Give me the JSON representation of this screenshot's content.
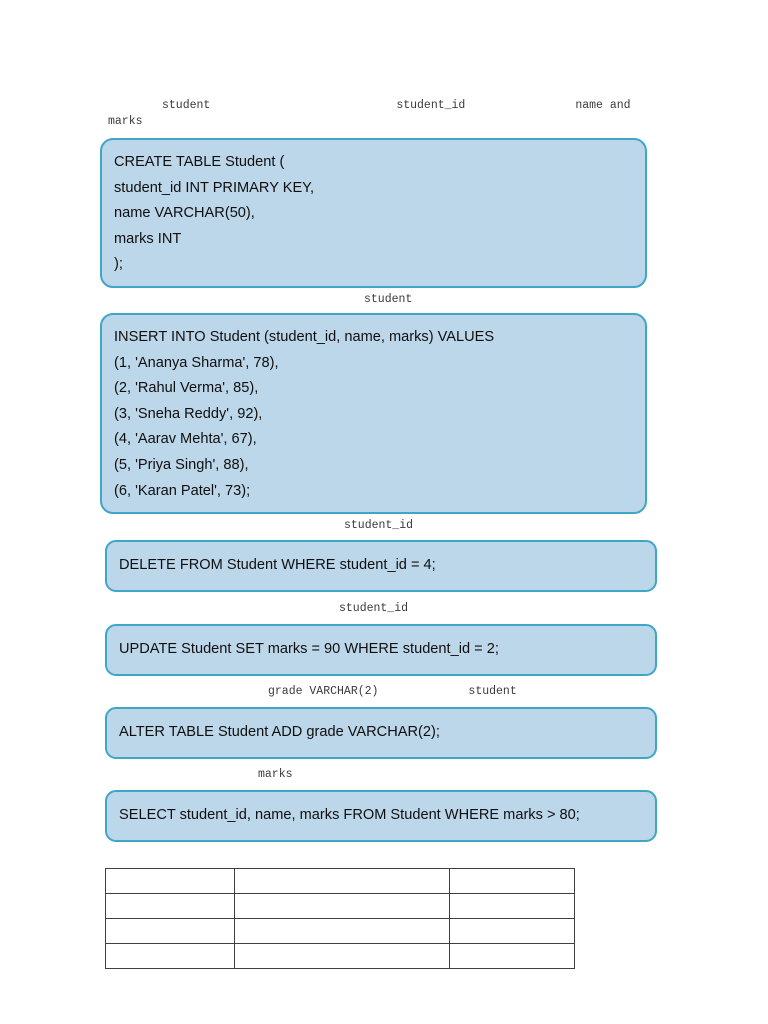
{
  "document": {
    "title": "SQL Student Table Operations"
  },
  "heading": {
    "line1_part1": "student",
    "line1_part2": "student_id",
    "line1_part3": "name and",
    "line2": "marks"
  },
  "sections": [
    {
      "id": "create-table",
      "caption": "",
      "lines": [
        "CREATE TABLE Student (",
        "student_id INT PRIMARY KEY,",
        "name VARCHAR(50),",
        "marks INT",
        ");"
      ]
    },
    {
      "id": "insert-rows",
      "caption": "student",
      "lines": [
        "INSERT INTO Student (student_id, name, marks) VALUES",
        "(1, 'Ananya Sharma', 78),",
        "(2, 'Rahul Verma', 85),",
        "(3, 'Sneha Reddy', 92),",
        "(4, 'Aarav Mehta', 67),",
        "(5, 'Priya Singh', 88),",
        "(6, 'Karan Patel', 73);"
      ]
    },
    {
      "id": "delete-row",
      "caption": "student_id",
      "lines": [
        "DELETE FROM Student WHERE student_id = 4;"
      ]
    },
    {
      "id": "update-row",
      "caption": "student_id",
      "lines": [
        "UPDATE Student SET marks = 90 WHERE student_id = 2;"
      ]
    },
    {
      "id": "alter-table",
      "caption_part1": "grade VARCHAR(2)",
      "caption_part2": "student",
      "lines": [
        "ALTER TABLE Student ADD grade VARCHAR(2);"
      ]
    },
    {
      "id": "select-rows",
      "caption": "marks",
      "lines": [
        "SELECT student_id, name, marks FROM Student WHERE marks > 80;"
      ]
    }
  ],
  "result_table": {
    "rows": [
      [
        "",
        "",
        ""
      ],
      [
        "",
        "",
        ""
      ],
      [
        "",
        "",
        ""
      ],
      [
        "",
        "",
        ""
      ]
    ]
  },
  "colors": {
    "box_fill": "#bcd6ea",
    "box_border": "#3fa6c6",
    "table_border": "#3f3f3f",
    "caption_text": "#3a3a3a",
    "code_text": "#101010",
    "page_background": "#ffffff"
  }
}
